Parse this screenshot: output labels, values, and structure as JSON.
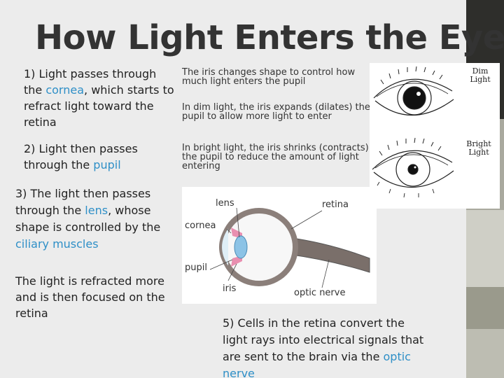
{
  "title": "How Light Enters the Eye",
  "step1": {
    "pre": "1) Light passes through the ",
    "term": "cornea",
    "post": ", which starts to refract light toward the retina"
  },
  "step2": {
    "pre": "2) Light then passes through the ",
    "term": "pupil"
  },
  "step3": {
    "pre": "3) The light then passes through the ",
    "term": "lens",
    "mid": ", whose shape is controlled by the ",
    "term2": "ciliary muscles"
  },
  "step4": {
    "text": "The light is refracted more and is then focused on the retina"
  },
  "step5": {
    "pre": "5) Cells in the retina convert the light rays into electrical signals that are sent to the brain via the ",
    "term": "optic nerve"
  },
  "iris_notes": [
    "The iris changes shape to control how much light enters the pupil",
    "In dim light, the iris expands (dilates) the pupil to allow more light to enter",
    "In bright light, the iris shrinks (contracts) the pupil to reduce the amount of light entering"
  ],
  "eye_labels": {
    "dim": "Dim Light",
    "bright": "Bright Light"
  },
  "diagram_labels": {
    "lens": "lens",
    "retina": "retina",
    "cornea": "cornea",
    "pupil": "pupil",
    "iris": "iris",
    "optic_nerve": "optic nerve"
  },
  "colors": {
    "highlight": "#2e8fc7",
    "title": "#333333",
    "band_dark": "#2e2e2b"
  }
}
